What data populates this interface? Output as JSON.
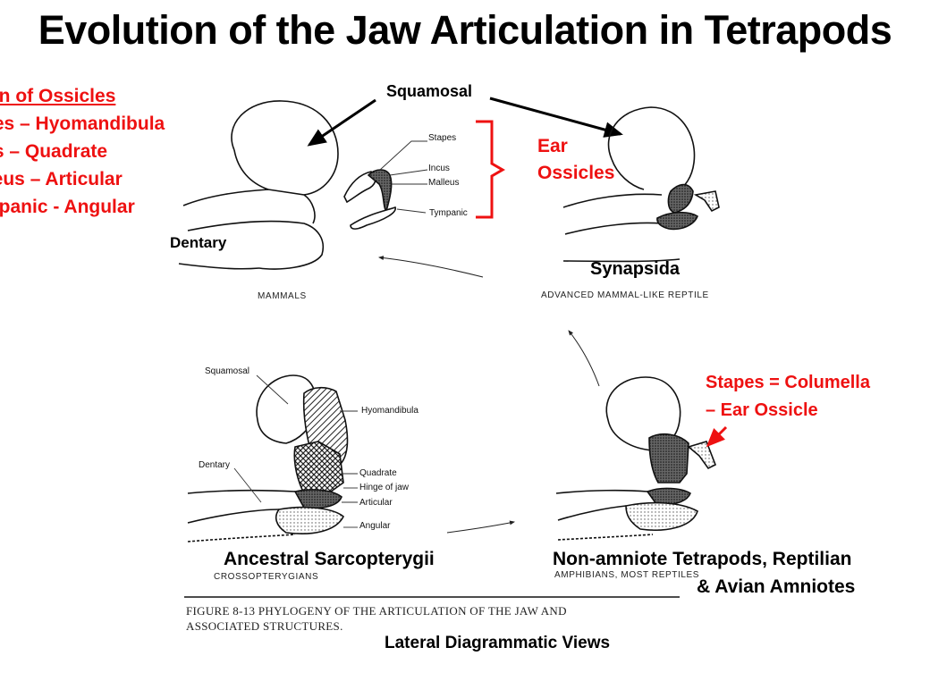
{
  "title": "Evolution of the Jaw Articulation in Tetrapods",
  "origin_list": {
    "heading": "gin of Ossicles",
    "items": [
      "pes – Hyomandibula",
      "us – Quadrate",
      "lleus – Articular",
      "mpanic - Angular"
    ]
  },
  "labels": {
    "squamosal_top": "Squamosal",
    "ear_ossicles_1": "Ear",
    "ear_ossicles_2": "Ossicles",
    "dentary_top": "Dentary",
    "synapsida": "Synapsida",
    "stapes_columella_1": "Stapes = Columella",
    "stapes_columella_2": "– Ear Ossicle",
    "ancestral": "Ancestral Sarcopterygii",
    "nonamniote_1": "Non-amniote Tetrapods, Reptilian",
    "nonamniote_2": "& Avian Amniotes",
    "lateral": "Lateral Diagrammatic Views"
  },
  "figure_labels": {
    "stapes": "Stapes",
    "incus": "Incus",
    "malleus": "Malleus",
    "tympanic": "Tympanic",
    "mammals": "MAMMALS",
    "advanced": "ADVANCED MAMMAL-LIKE REPTILE",
    "squamosal": "Squamosal",
    "hyomandibula": "Hyomandibula",
    "dentary": "Dentary",
    "quadrate": "Quadrate",
    "hinge": "Hinge of jaw",
    "articular": "Articular",
    "angular": "Angular",
    "crossopterygians": "CROSSOPTERYGIANS",
    "amphibians": "AMPHIBIANS, MOST REPTILES"
  },
  "caption": {
    "line1": "FIGURE  8-13    PHYLOGENY OF THE ARTICULATION OF THE JAW AND",
    "line2": "ASSOCIATED STRUCTURES."
  },
  "colors": {
    "accent": "#ee1111",
    "ink": "#000000"
  }
}
